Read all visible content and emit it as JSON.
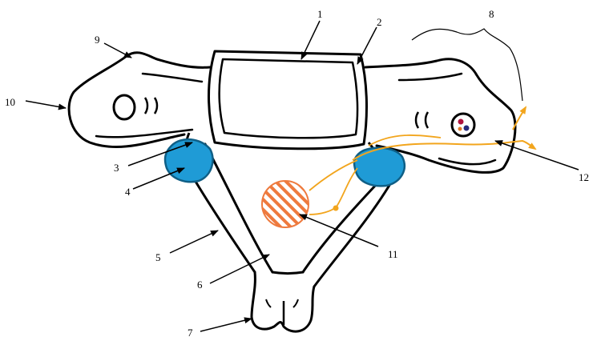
{
  "colors": {
    "outline": "#000000",
    "tubercle": "#1f9bd6",
    "tubercle_stroke": "#0f5f86",
    "nerve": "#f2a51d",
    "mass": "#ee7a3e",
    "foramen_dot_red": "#b0123e",
    "foramen_dot_dark": "#262a7c",
    "foramen_dot_orange": "#e07a2a"
  },
  "labels": {
    "l1": "1",
    "l2": "2",
    "l3": "3",
    "l4": "4",
    "l5": "5",
    "l6": "6",
    "l7": "7",
    "l8": "8",
    "l9": "9",
    "l10": "10",
    "l11": "11",
    "l12": "12"
  }
}
